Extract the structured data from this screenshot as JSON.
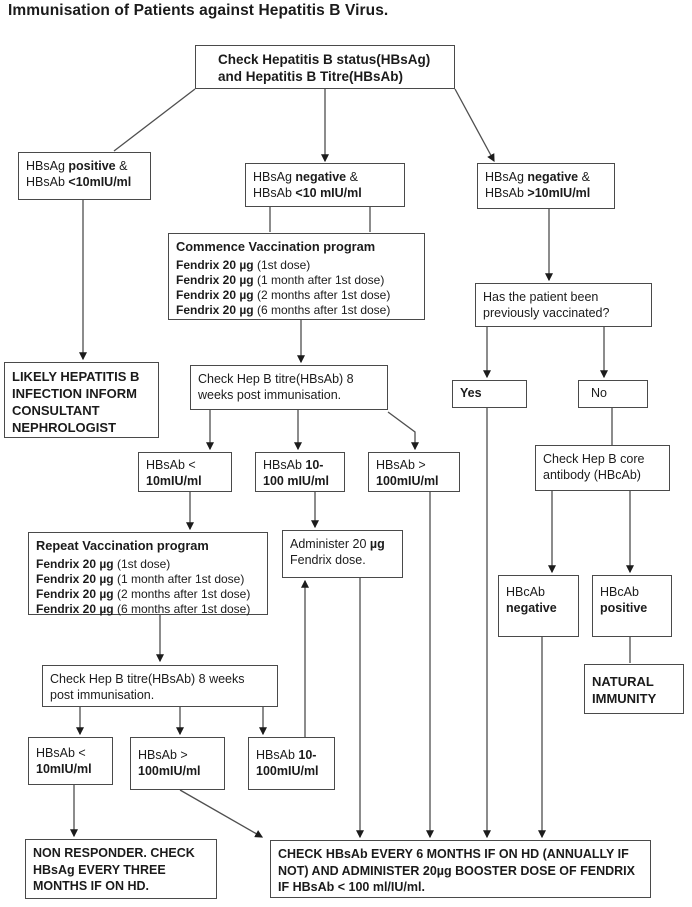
{
  "title": "Immunisation of Patients against Hepatitis B Virus.",
  "colors": {
    "box_border": "#4a4a4a",
    "connector": "#4f4f4f",
    "arrowhead": "#1c1c1c",
    "text": "#1b1b1b",
    "background": "#ffffff"
  },
  "nodes": {
    "check_status": {
      "line1": "Check Hepatitis B status(HBsAg)",
      "line2": "and Hepatitis B Titre(HBsAb)"
    },
    "hbsag_positive": {
      "t1": "HBsAg ",
      "b1": "positive",
      "t2": " &",
      "t3": "HBsAb ",
      "b2": "<10mIU/ml"
    },
    "hbsag_negative_low": {
      "t1": "HBsAg ",
      "b1": "negative",
      "t2": " &",
      "t3": "HBsAb ",
      "b2": "<10 mIU/ml"
    },
    "hbsag_negative_high": {
      "t1": "HBsAg ",
      "b1": "negative",
      "t2": " &",
      "t3": "HBsAb ",
      "b2": ">10mIU/ml"
    },
    "commence_program": {
      "heading": "Commence Vaccination program",
      "doses": [
        {
          "drug": "Fendrix 20 µg",
          "note": " (1st dose)"
        },
        {
          "drug": "Fendrix 20 µg",
          "note": " (1 month after 1st dose)"
        },
        {
          "drug": "Fendrix 20 µg",
          "note": " (2 months after 1st dose)"
        },
        {
          "drug": "Fendrix 20 µg",
          "note": " (6 months after 1st dose)"
        }
      ]
    },
    "previously_vaccinated": {
      "text": "Has the patient been previously vaccinated?"
    },
    "likely_infection": {
      "text": "LIKELY HEPATITIS B INFECTION INFORM CONSULTANT NEPHROLOGIST"
    },
    "check_titre_1": {
      "text": "Check Hep B titre(HBsAb) 8 weeks post immunisation."
    },
    "yes": {
      "label": "Yes"
    },
    "no": {
      "label": "No"
    },
    "mid_lt10": {
      "t1": "HBsAb <",
      "b1": "10mIU/ml"
    },
    "mid_10_100": {
      "t1": "HBsAb ",
      "b1": "10-",
      "b2": "100 mIU/ml"
    },
    "mid_gt100": {
      "t1": "HBsAb >",
      "b1": "100mIU/ml"
    },
    "check_core": {
      "text": "Check Hep B core antibody (HBcAb)"
    },
    "repeat_program": {
      "heading": "Repeat Vaccination program",
      "doses": [
        {
          "drug": "Fendrix 20 µg",
          "note": " (1st dose)"
        },
        {
          "drug": "Fendrix 20 µg",
          "note": " (1 month after 1st dose)"
        },
        {
          "drug": "Fendrix 20 µg",
          "note": " (2 months after 1st dose)"
        },
        {
          "drug": "Fendrix 20 µg",
          "note": " (6 months after 1st dose)"
        }
      ]
    },
    "administer": {
      "t1": "Administer 20 ",
      "b1": "µg",
      "t2": "Fendrix dose."
    },
    "hbcab_negative": {
      "t1": "HBcAb",
      "b1": "negative"
    },
    "hbcab_positive": {
      "t1": "HBcAb",
      "b1": "positive"
    },
    "natural_immunity": {
      "text": "NATURAL IMMUNITY"
    },
    "check_titre_2": {
      "text": "Check Hep B titre(HBsAb) 8 weeks post immunisation."
    },
    "bot_lt10": {
      "t1": "HBsAb <",
      "b1": "10mIU/ml"
    },
    "bot_gt100": {
      "t1": "HBsAb >",
      "b1": "100mIU/ml"
    },
    "bot_10_100": {
      "t1": "HBsAb ",
      "b1": "10-",
      "b2": "100mIU/ml"
    },
    "non_responder": {
      "text": "NON RESPONDER. CHECK HBsAg EVERY THREE MONTHS IF ON HD."
    },
    "final_check": {
      "text": "CHECK HBsAb EVERY 6 MONTHS IF ON HD (ANNUALLY IF NOT) AND ADMINISTER 20µg BOOSTER DOSE OF FENDRIX IF HBsAb < 100 ml/IU/ml."
    }
  }
}
